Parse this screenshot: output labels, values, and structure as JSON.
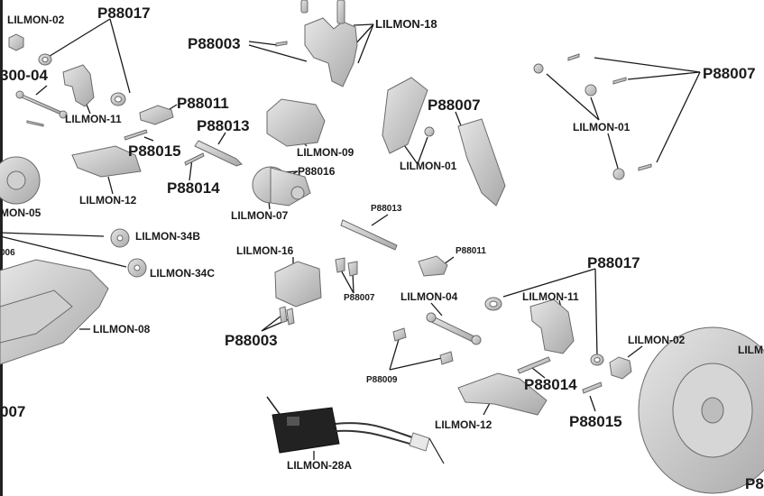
{
  "diagram": {
    "labels": {
      "lilmon_02_top": "LILMON-02",
      "p88017_top": "P88017",
      "lilmon_04_left": "300-04",
      "lilmon_11_left": "LILMON-11",
      "p88011_top": "P88011",
      "p88013_top": "P88013",
      "p88015_left": "P88015",
      "p88014_left": "P88014",
      "lilmon_12_left": "LILMON-12",
      "lilmon_05": "MON-05",
      "lilmon_34b": "LILMON-34B",
      "lilmon_34c": "LILMON-34C",
      "left_006": "006",
      "lilmon_08": "LILMON-08",
      "left_007": "007",
      "p88003_top": "P88003",
      "lilmon_18": "LILMON-18",
      "lilmon_09": "LILMON-09",
      "p88016": "P88016",
      "lilmon_07": "LILMON-07",
      "p88007_mid": "P88007",
      "lilmon_01_mid": "LILMON-01",
      "p88007_right": "P88007",
      "lilmon_01_right": "LILMON-01",
      "p88013_mid": "P88013",
      "p88011_mid": "P88011",
      "lilmon_16": "LILMON-16",
      "p88007_small": "P88007",
      "p88003_bottom": "P88003",
      "lilmon_04_mid": "LILMON-04",
      "p88009": "P88009",
      "p88017_right": "P88017",
      "lilmon_11_right": "LILMON-11",
      "lilmon_02_right": "LILMON-02",
      "p88014_right": "P88014",
      "lilmon_12_right": "LILMON-12",
      "p88015_right": "P88015",
      "lilmon_28a": "LILMON-28A",
      "lilm_right_edge": "LILM",
      "p8_right_edge": "P8"
    }
  }
}
